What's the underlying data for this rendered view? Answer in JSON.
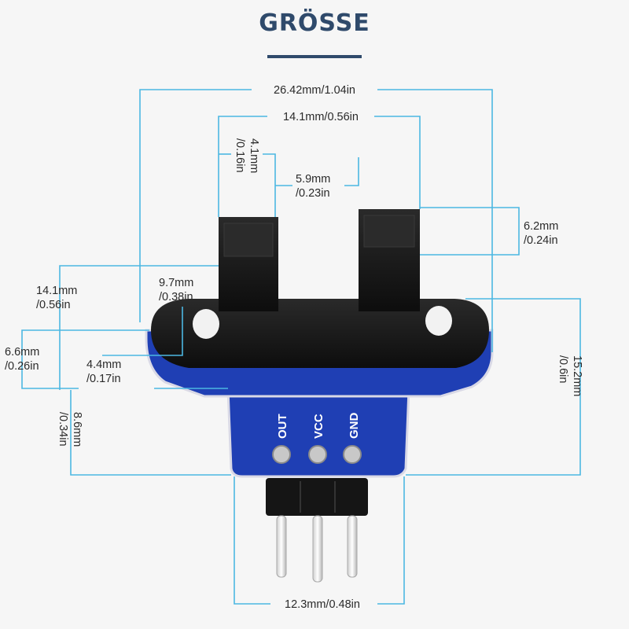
{
  "header": {
    "title": "GRÖSSE"
  },
  "dimensions": {
    "total_width": "26.42mm/1.04in",
    "housing_width": "14.1mm/0.56in",
    "arm_width_mm": "4.1mm",
    "arm_width_in": "/0.16in",
    "slot_width_mm": "5.9mm",
    "slot_width_in": "/0.23in",
    "arm_depth_mm": "6.2mm",
    "arm_depth_in": "/0.24in",
    "housing_height_mm": "14.1mm",
    "housing_height_in": "/0.56in",
    "slot_depth_mm": "9.7mm",
    "slot_depth_in": "/0.38in",
    "flange_height_mm": "6.6mm",
    "flange_height_in": "/0.26in",
    "hole_offset_mm": "4.4mm",
    "hole_offset_in": "/0.17in",
    "board_height_mm": "8.6mm",
    "board_height_in": "/0.34in",
    "total_height_mm": "15.2mm",
    "total_height_in": "/0.6in",
    "pin_block_width": "12.3mm/0.48in"
  },
  "pins": {
    "out": "OUT",
    "vcc": "VCC",
    "gnd": "GND"
  },
  "colors": {
    "title": "#2f4a6b",
    "dimension_line": "#4cb7e2",
    "pcb": "#1f3fb4",
    "housing": "#1a1a1a"
  }
}
